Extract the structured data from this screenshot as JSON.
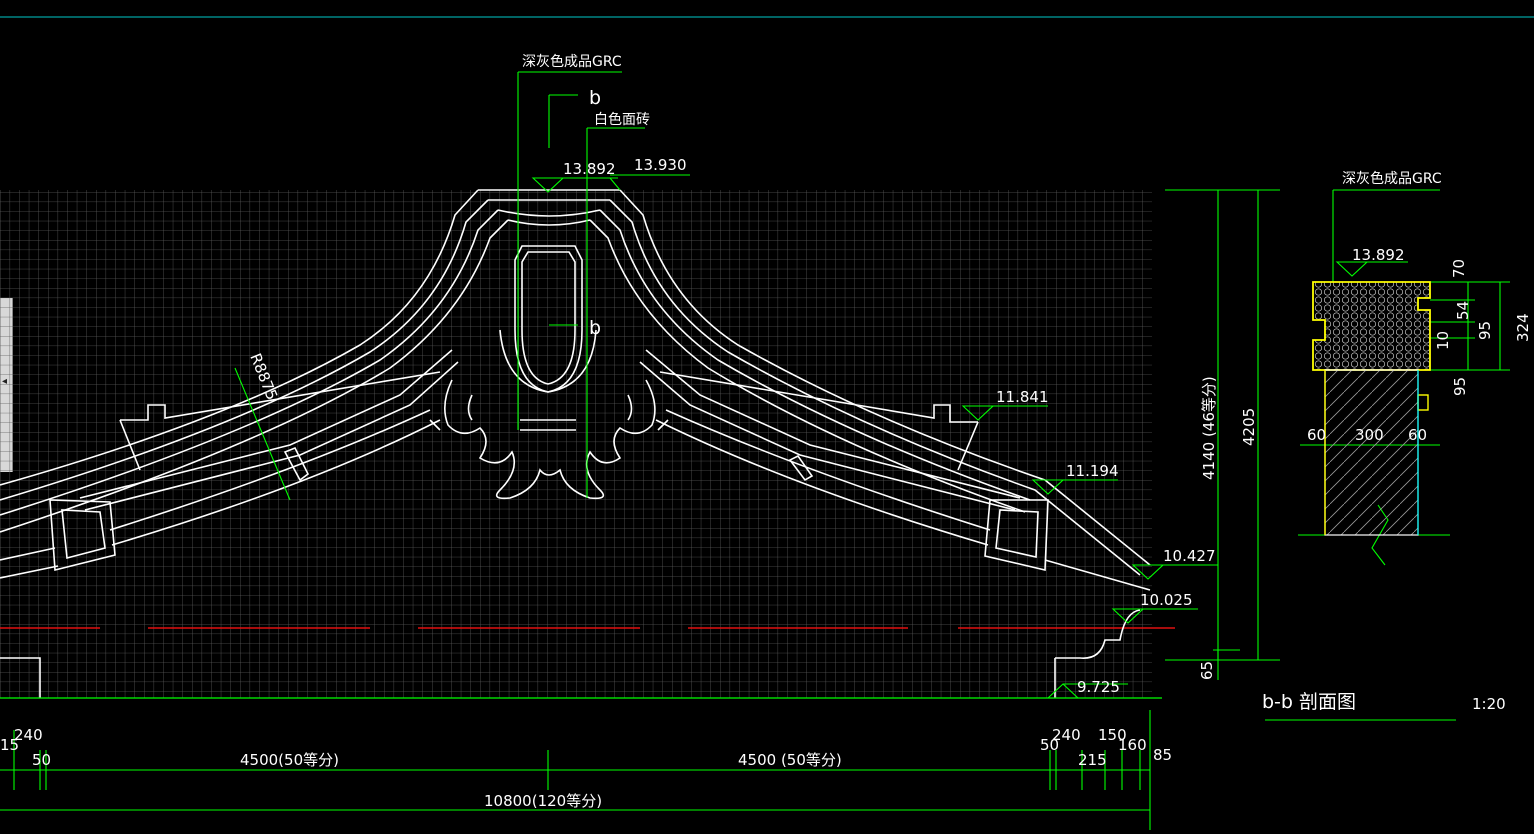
{
  "labels": {
    "grc_dark_grey": "深灰色成品GRC",
    "white_tile": "白色面砖",
    "section_mark": "b",
    "radius": "R8875",
    "section_title": "b-b 剖面图",
    "section_scale": "1:20"
  },
  "elevations": {
    "top_left": "13.892",
    "top_right": "13.930",
    "eave_mid": "11.841",
    "eave_lower": "11.194",
    "eave_end": "10.427",
    "base_top": "10.025",
    "ground": "9.725",
    "section_top": "13.892"
  },
  "dims_bottom": {
    "d15": "15",
    "d240_left": "240",
    "d50_left": "50",
    "half_left": "4500(50等分)",
    "half_right": "4500 (50等分)",
    "d50_right": "50",
    "d240_right": "240",
    "d215": "215",
    "d150": "150",
    "d160": "160",
    "d85": "85",
    "total": "10800(120等分)"
  },
  "dims_right": {
    "height_inner": "4140 (46等分)",
    "height_total": "4205",
    "d65": "65"
  },
  "section_dims": {
    "v70": "70",
    "v54": "54",
    "v95a": "95",
    "v10": "10",
    "v95b": "95",
    "v324": "324",
    "h60a": "60",
    "h300": "300",
    "h60b": "60"
  },
  "colors": {
    "background": "#000000",
    "outline": "#ffffff",
    "dimension": "#00ff00",
    "grid": "#5a5a5a",
    "ground_line": "#ff0000",
    "highlight": "#ffff00",
    "cyan": "#00ffff"
  },
  "side_handle": {
    "glyph": "◂"
  }
}
